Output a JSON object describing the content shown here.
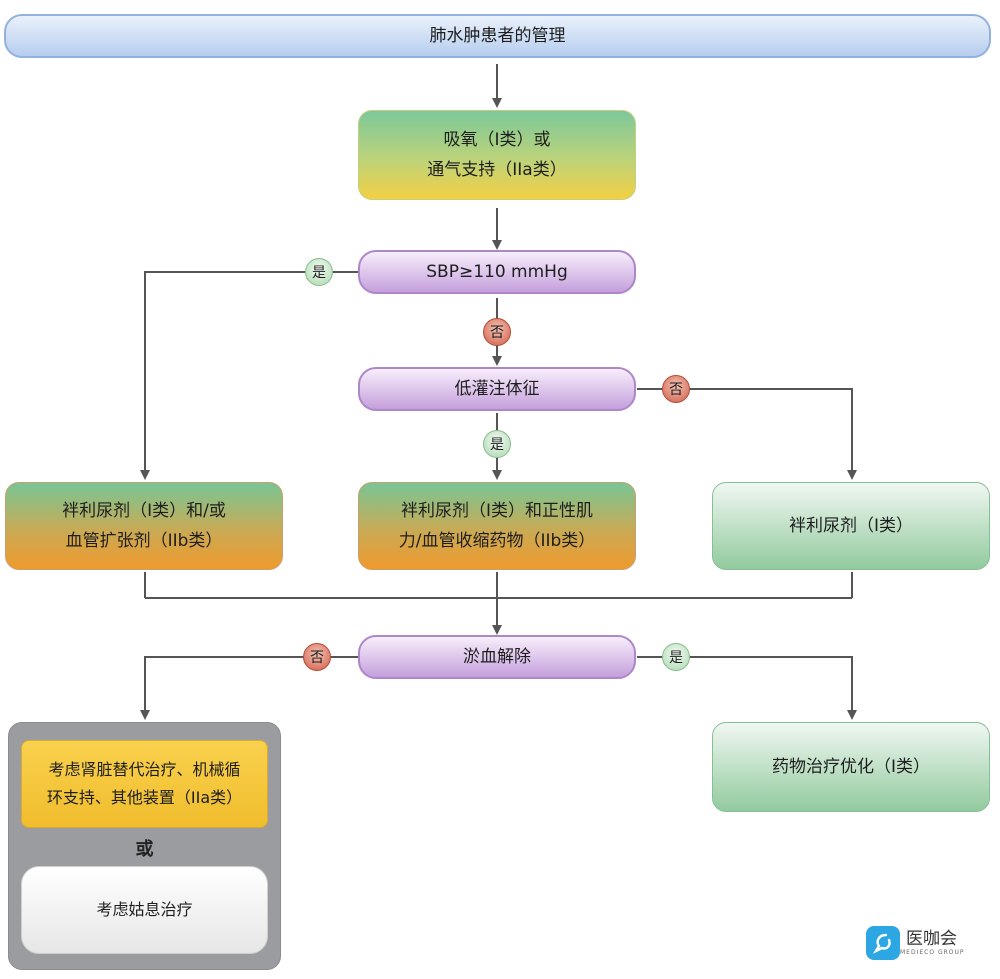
{
  "title": "肺水肿患者的管理",
  "nodes": {
    "oxygen": [
      "吸氧（I类）或",
      "通气支持（IIa类）"
    ],
    "sbp": "SBP≥110 mmHg",
    "hypoperfusion": "低灌注体征",
    "left_treatment": [
      "袢利尿剂（I类）和/或",
      "血管扩张剂（IIb类）"
    ],
    "center_treatment": [
      "袢利尿剂（I类）和正性肌",
      "力/血管收缩药物（IIb类）"
    ],
    "right_treatment": "袢利尿剂（I类）",
    "congestion": "淤血解除",
    "renal": [
      "考虑肾脏替代治疗、机械循",
      "环支持、其他装置（IIa类）"
    ],
    "or": "或",
    "palliative": "考虑姑息治疗",
    "optimize": "药物治疗优化（I类）"
  },
  "badges": {
    "yes_sbp": "是",
    "no_sbp": "否",
    "no_hypo": "否",
    "yes_hypo": "是",
    "no_congestion": "否",
    "yes_congestion": "是"
  },
  "logo": {
    "name": "医咖会",
    "sub": "MEDIECO GROUP",
    "icon": "logo-icon"
  },
  "colors": {
    "arrow": "#555555",
    "purple": "#c59fdc",
    "green": "#92ca9e",
    "yellow": "#f4cf44",
    "orange": "#f09a2d"
  }
}
